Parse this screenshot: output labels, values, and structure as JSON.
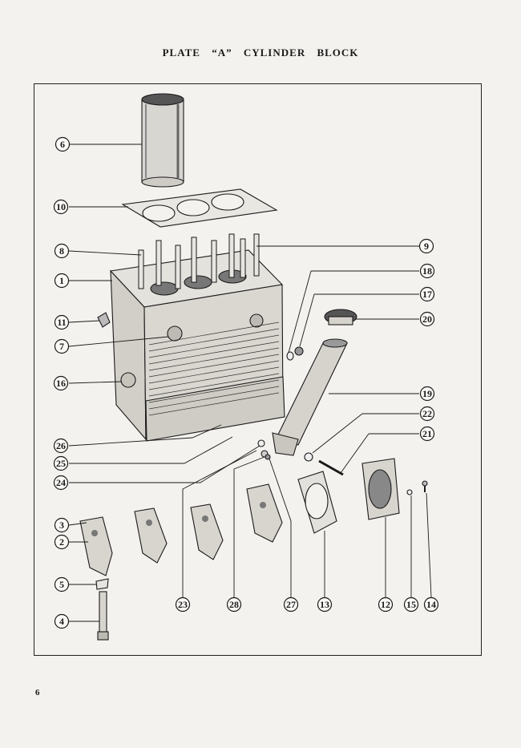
{
  "page": {
    "title": "PLATE “A” CYLINDER BLOCK",
    "number": "6"
  },
  "callouts": [
    {
      "label": "6",
      "part": "cylinder-liner"
    },
    {
      "label": "10",
      "part": "head-gasket"
    },
    {
      "label": "8",
      "part": "stud"
    },
    {
      "label": "9",
      "part": "stud"
    },
    {
      "label": "1",
      "part": "cylinder-block"
    },
    {
      "label": "18",
      "part": "washer"
    },
    {
      "label": "17",
      "part": "plug"
    },
    {
      "label": "20",
      "part": "filler-cap"
    },
    {
      "label": "11",
      "part": "drain-tap"
    },
    {
      "label": "7",
      "part": "core-plug"
    },
    {
      "label": "16",
      "part": "dowel"
    },
    {
      "label": "19",
      "part": "oil-filler-tube"
    },
    {
      "label": "22",
      "part": "washer"
    },
    {
      "label": "21",
      "part": "bolt"
    },
    {
      "label": "26",
      "part": "block-lower"
    },
    {
      "label": "25",
      "part": "plate"
    },
    {
      "label": "24",
      "part": "washer"
    },
    {
      "label": "3",
      "part": "main-bearing-cap"
    },
    {
      "label": "2",
      "part": "main-bearing-cap"
    },
    {
      "label": "5",
      "part": "lock-washer"
    },
    {
      "label": "4",
      "part": "bolt"
    },
    {
      "label": "23",
      "part": "washer"
    },
    {
      "label": "28",
      "part": "nut"
    },
    {
      "label": "27",
      "part": "nut"
    },
    {
      "label": "13",
      "part": "gasket"
    },
    {
      "label": "12",
      "part": "rear-cover"
    },
    {
      "label": "15",
      "part": "washer"
    },
    {
      "label": "14",
      "part": "screw"
    }
  ]
}
